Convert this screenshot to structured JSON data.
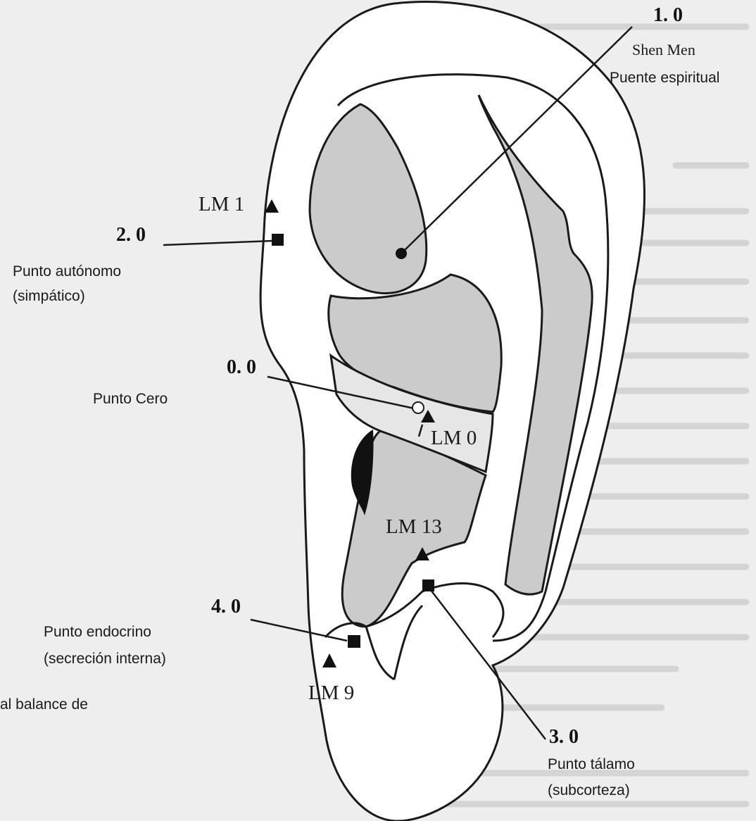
{
  "points": {
    "shen_men": {
      "number": "1. 0",
      "name": "Shen Men",
      "spanish": "Puente espiritual"
    },
    "autonomo": {
      "number": "2. 0",
      "name_line1": "Punto autónomo",
      "name_line2": "(simpático)"
    },
    "cero": {
      "number": "0. 0",
      "name": "Punto Cero"
    },
    "talamo": {
      "number": "3. 0",
      "name_line1": "Punto tálamo",
      "name_line2": "(subcorteza)"
    },
    "endocrino": {
      "number": "4. 0",
      "name_line1": "Punto endocrino",
      "name_line2": "(secreción interna)"
    }
  },
  "landmarks": {
    "lm1": "LM 1",
    "lm0": "LM 0",
    "lm13": "LM 13",
    "lm9": "LM 9"
  },
  "cut_text": "al balance de",
  "colors": {
    "shaded_region": "#cbcbcb",
    "outline": "#1a1a1a",
    "concha_dark": "#111111"
  }
}
